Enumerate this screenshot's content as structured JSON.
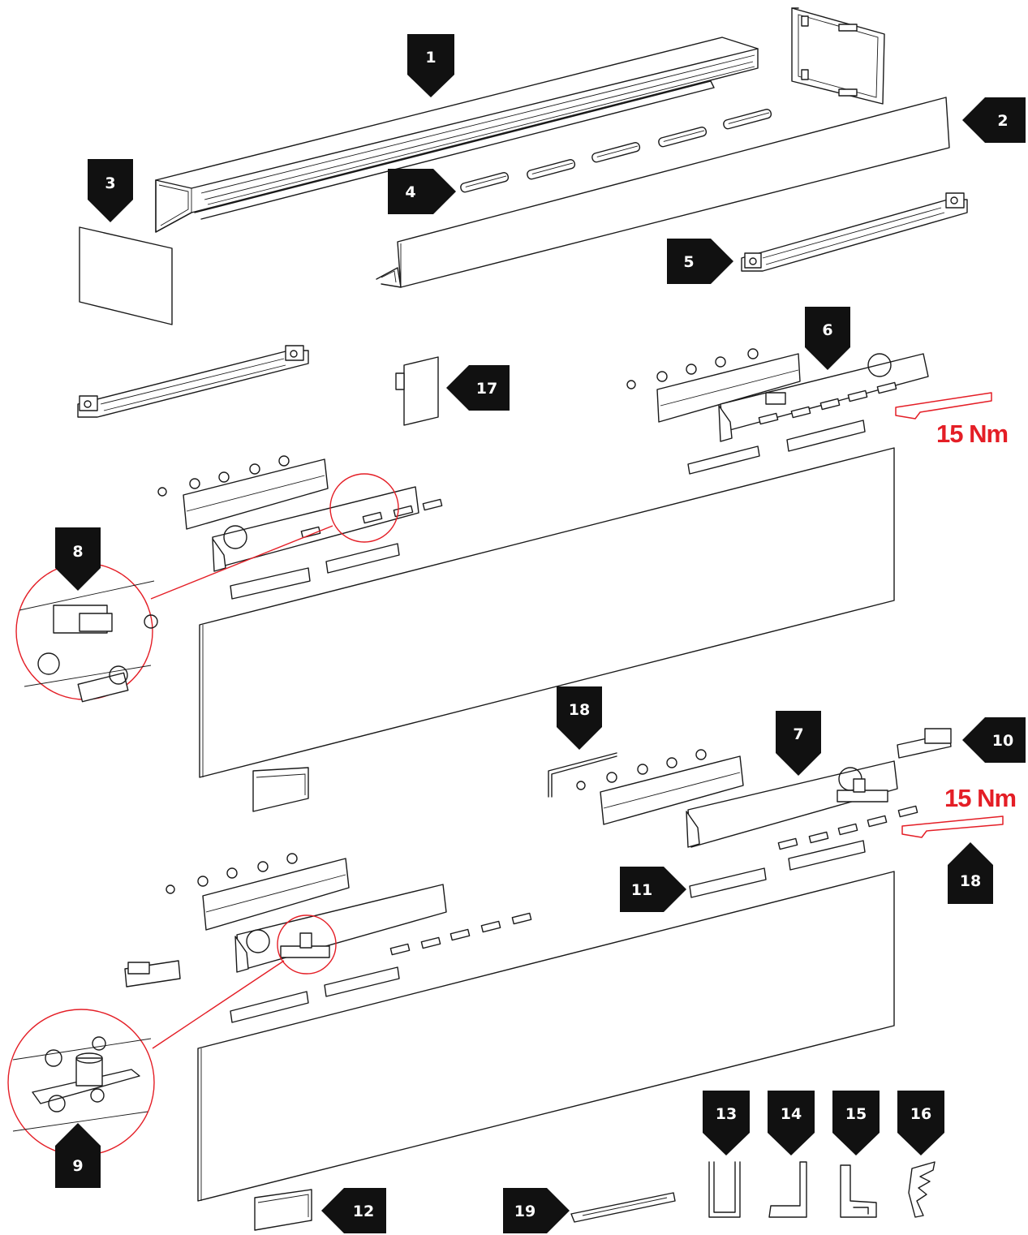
{
  "colors": {
    "callout": "#111111",
    "callout_text": "#ffffff",
    "torque": "#e41e26",
    "line": "#1a1a1a"
  },
  "callouts": {
    "c1": "1",
    "c2": "2",
    "c3": "3",
    "c4": "4",
    "c5": "5",
    "c6": "6",
    "c7": "7",
    "c8": "8",
    "c9": "9",
    "c10": "10",
    "c11": "11",
    "c12": "12",
    "c13": "13",
    "c14": "14",
    "c15": "15",
    "c16": "16",
    "c17": "17",
    "c18a": "18",
    "c18b": "18",
    "c19": "19"
  },
  "torque": {
    "upper": "15 Nm",
    "lower": "15 Nm"
  }
}
